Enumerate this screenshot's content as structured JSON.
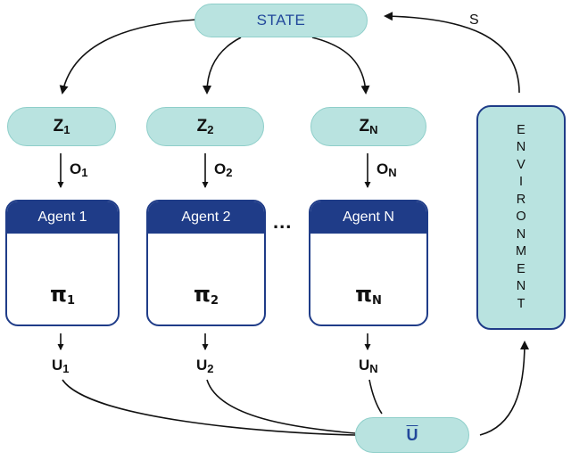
{
  "state_label": "STATE",
  "s_label": "S",
  "observations": [
    {
      "z": "Z",
      "z_sub": "1",
      "o": "O",
      "o_sub": "1"
    },
    {
      "z": "Z",
      "z_sub": "2",
      "o": "O",
      "o_sub": "2"
    },
    {
      "z": "Z",
      "z_sub": "N",
      "o": "O",
      "o_sub": "N"
    }
  ],
  "agents": [
    {
      "label": "Agent 1",
      "pi": "π",
      "pi_sub": "1",
      "u": "U",
      "u_sub": "1"
    },
    {
      "label": "Agent 2",
      "pi": "π",
      "pi_sub": "2",
      "u": "U",
      "u_sub": "2"
    },
    {
      "label": "Agent N",
      "pi": "π",
      "pi_sub": "N",
      "u": "U",
      "u_sub": "N"
    }
  ],
  "ellipsis": "...",
  "joint_action_label": "U",
  "environment_letters": [
    "E",
    "N",
    "V",
    "I",
    "R",
    "O",
    "N",
    "M",
    "E",
    "N",
    "T"
  ],
  "colors": {
    "pill_fill": "#b9e3e0",
    "agent_blue": "#1f3c88",
    "label_blue": "#22489b"
  }
}
